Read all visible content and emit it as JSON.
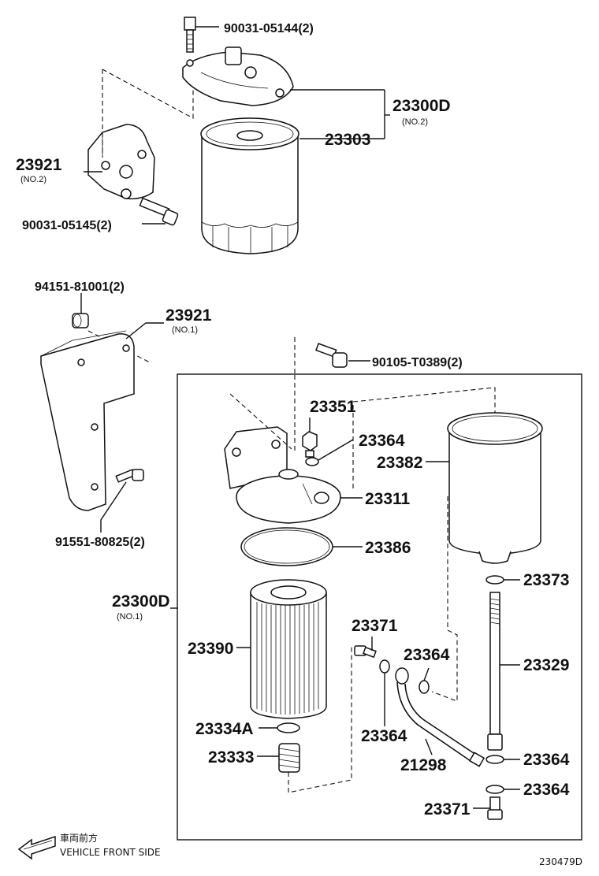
{
  "labels": {
    "bolt_top": "90031-05144(2)",
    "assy_no2": "23300D",
    "assy_no2_sub": "(NO.2)",
    "element_no2": "23303",
    "bracket_no2": "23921",
    "bracket_no2_sub": "(NO.2)",
    "bolt_no2": "90031-05145(2)",
    "nut": "94151-81001(2)",
    "bracket_no1": "23921",
    "bracket_no1_sub": "(NO.1)",
    "bolt_head": "90105-T0389(2)",
    "bolt_bracket": "91551-80825(2)",
    "plug": "23351",
    "gasket_a": "23364",
    "case": "23382",
    "cap": "23311",
    "oring": "23386",
    "assy_no1": "23300D",
    "assy_no1_sub": "(NO.1)",
    "gasket_b": "23373",
    "union_bolt_a": "23371",
    "gasket_c": "23364",
    "element": "23390",
    "stud": "23329",
    "seat": "23334A",
    "gasket_d": "23364",
    "spring": "23333",
    "hose": "21298",
    "gasket_e": "23364",
    "gasket_f": "23364",
    "union_bolt_b": "23371"
  },
  "footer": {
    "front_jp": "車両前方",
    "front_en": "VEHICLE FRONT SIDE",
    "diagram_id": "230479D"
  }
}
